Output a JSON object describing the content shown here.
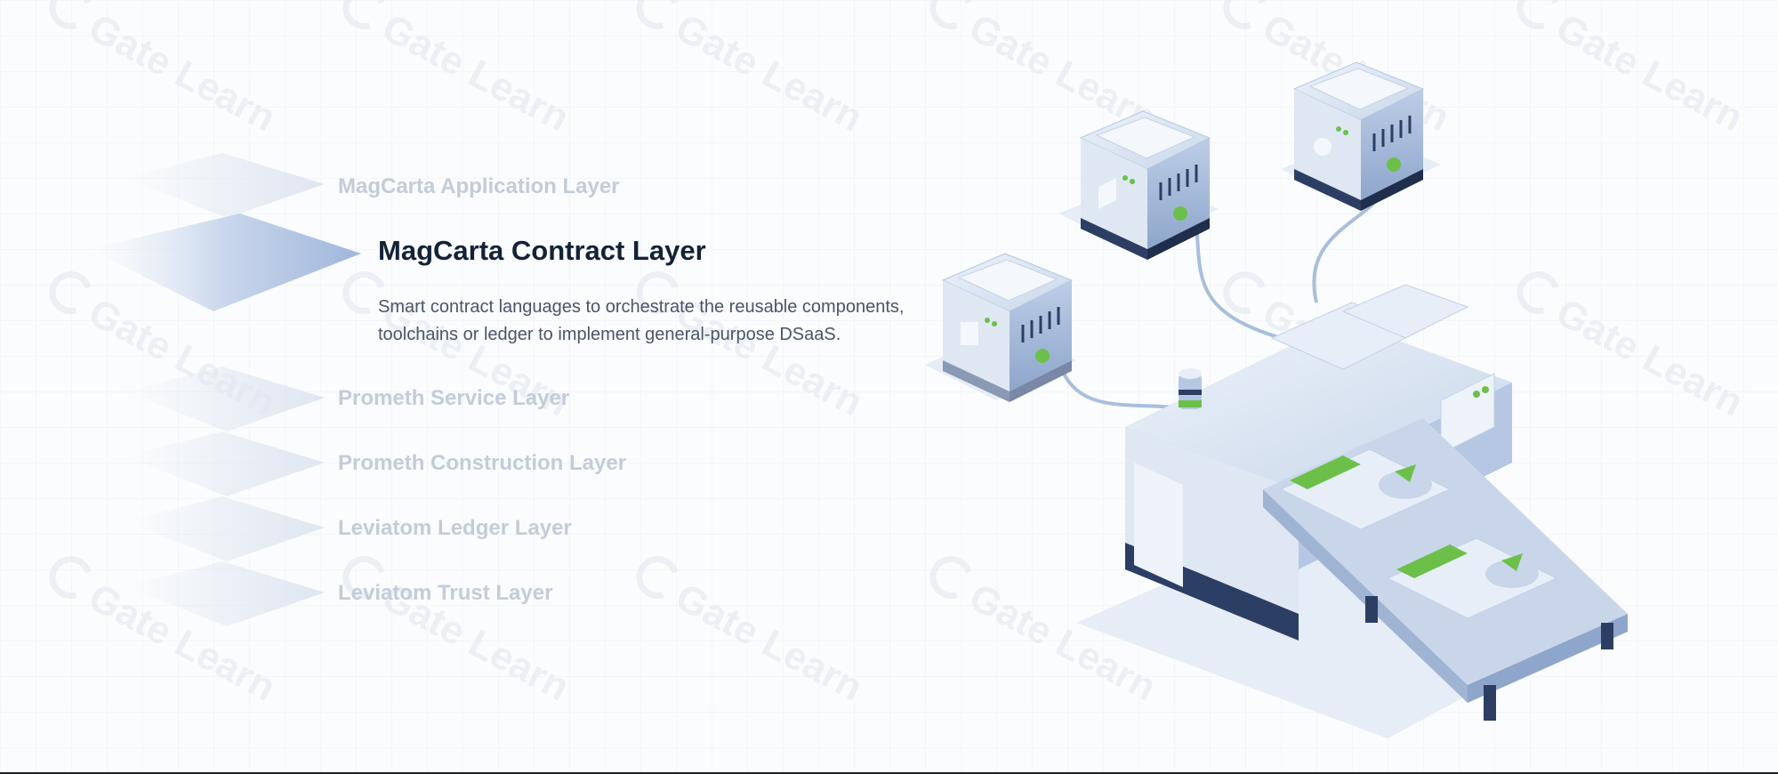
{
  "watermark": "Gate Learn",
  "layers": [
    {
      "id": "application",
      "title": "MagCarta Application Layer",
      "active": false
    },
    {
      "id": "contract",
      "title": "MagCarta Contract Layer",
      "active": true,
      "description_line1": "Smart contract languages to orchestrate the reusable components,",
      "description_line2": "toolchains or ledger to implement general-purpose DSaaS."
    },
    {
      "id": "service",
      "title": "Prometh Service Layer",
      "active": false
    },
    {
      "id": "construction",
      "title": "Prometh Construction Layer",
      "active": false
    },
    {
      "id": "ledger",
      "title": "Leviatom Ledger Layer",
      "active": false
    },
    {
      "id": "trust",
      "title": "Leviatom Trust Layer",
      "active": false
    }
  ],
  "colors": {
    "active_title": "#132238",
    "inactive_title": "#c3ccd9",
    "plate_active": "#b9cbe8",
    "accent_green": "#6cc04a",
    "machine_blue": "#a9bddd",
    "machine_dark": "#2c3e63"
  },
  "illustration": {
    "name": "server-to-conveyor-machine",
    "icons": [
      "server-block-icon",
      "conveyor-machine-icon",
      "status-light-icon"
    ]
  }
}
